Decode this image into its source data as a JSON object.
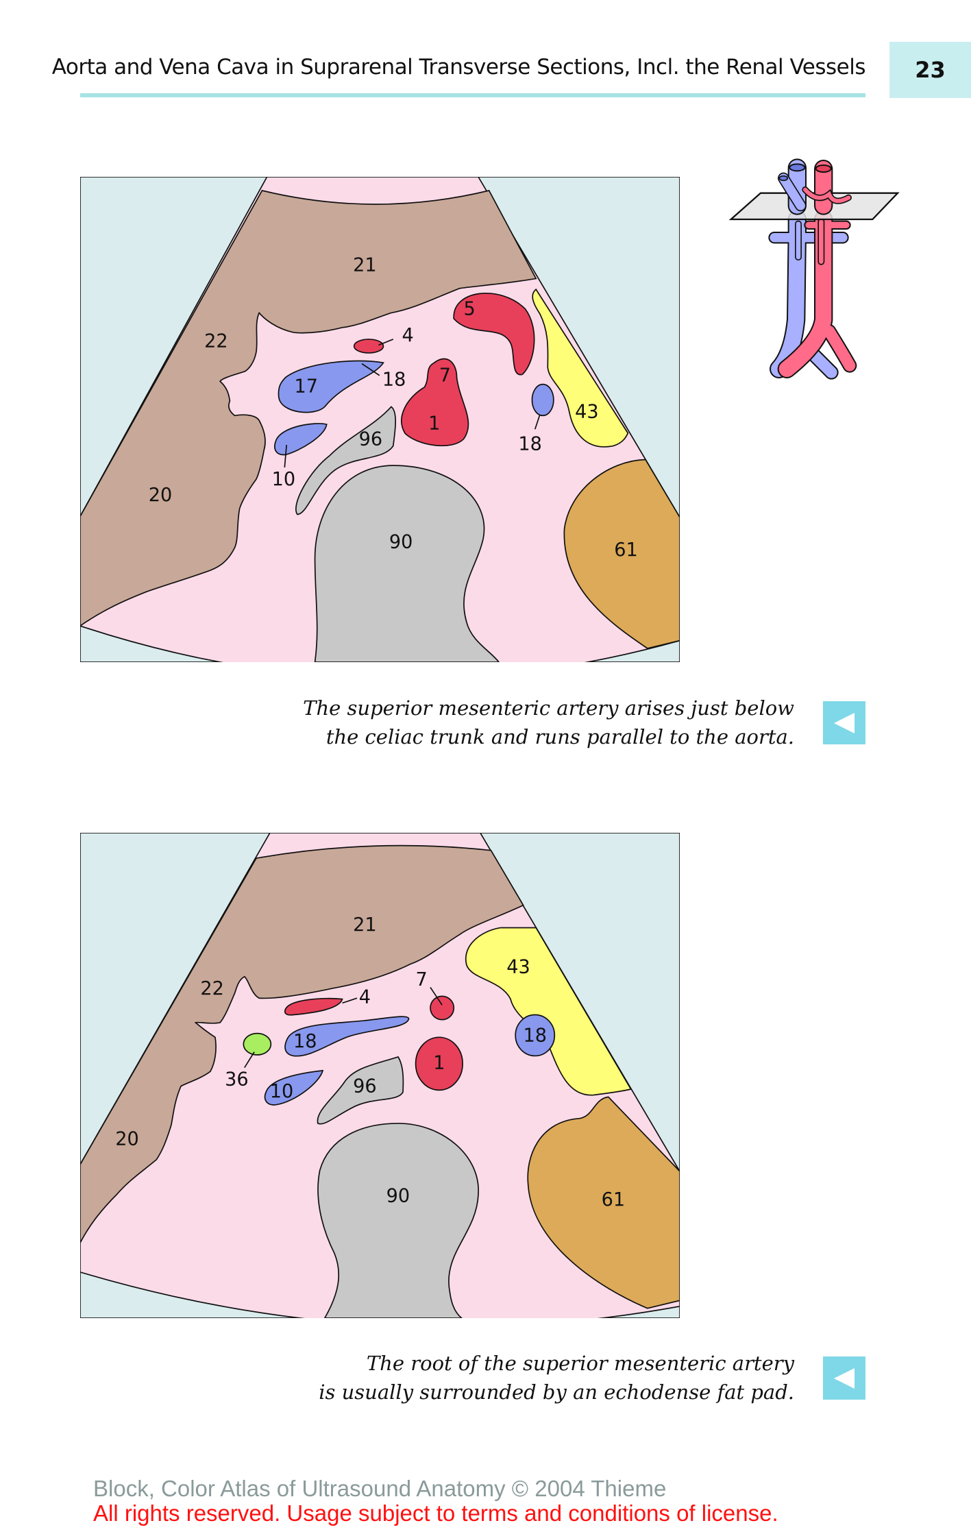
{
  "header": {
    "title": "Aorta and Vena Cava in Suprarenal Transverse Sections, Incl. the Renal Vessels",
    "page_number": "23"
  },
  "diagram1": {
    "labels": [
      "21",
      "22",
      "20",
      "5",
      "4",
      "18",
      "17",
      "7",
      "1",
      "96",
      "10",
      "90",
      "18",
      "43",
      "61"
    ]
  },
  "caption1": {
    "line1": "The superior mesenteric artery arises just below",
    "line2": "the celiac trunk and runs parallel to the aorta."
  },
  "diagram2": {
    "labels": [
      "21",
      "22",
      "20",
      "4",
      "7",
      "43",
      "18",
      "18",
      "36",
      "10",
      "96",
      "1",
      "90",
      "61"
    ]
  },
  "caption2": {
    "line1": "The root of the superior mesenteric artery",
    "line2": "is usually surrounded by an echodense fat pad."
  },
  "nav": {
    "icon": "back-triangle-icon"
  },
  "footer": {
    "line1": "Block, Color Atlas of Ultrasound Anatomy © 2004 Thieme",
    "line2": "All rights reserved. Usage subject to terms and conditions of license."
  },
  "colors": {
    "accent": "#a6e3e3",
    "page_box": "#c9eef0",
    "nav_button": "#7fd8e8",
    "artery": "#e8405a",
    "vein": "#8898ee",
    "liver": "#c8a898",
    "background_tissue": "#fcdbe9",
    "fat": "#fefe78",
    "kidney": "#dcaa58",
    "spine": "#c8c8c8",
    "license_red": "#ff1010"
  }
}
